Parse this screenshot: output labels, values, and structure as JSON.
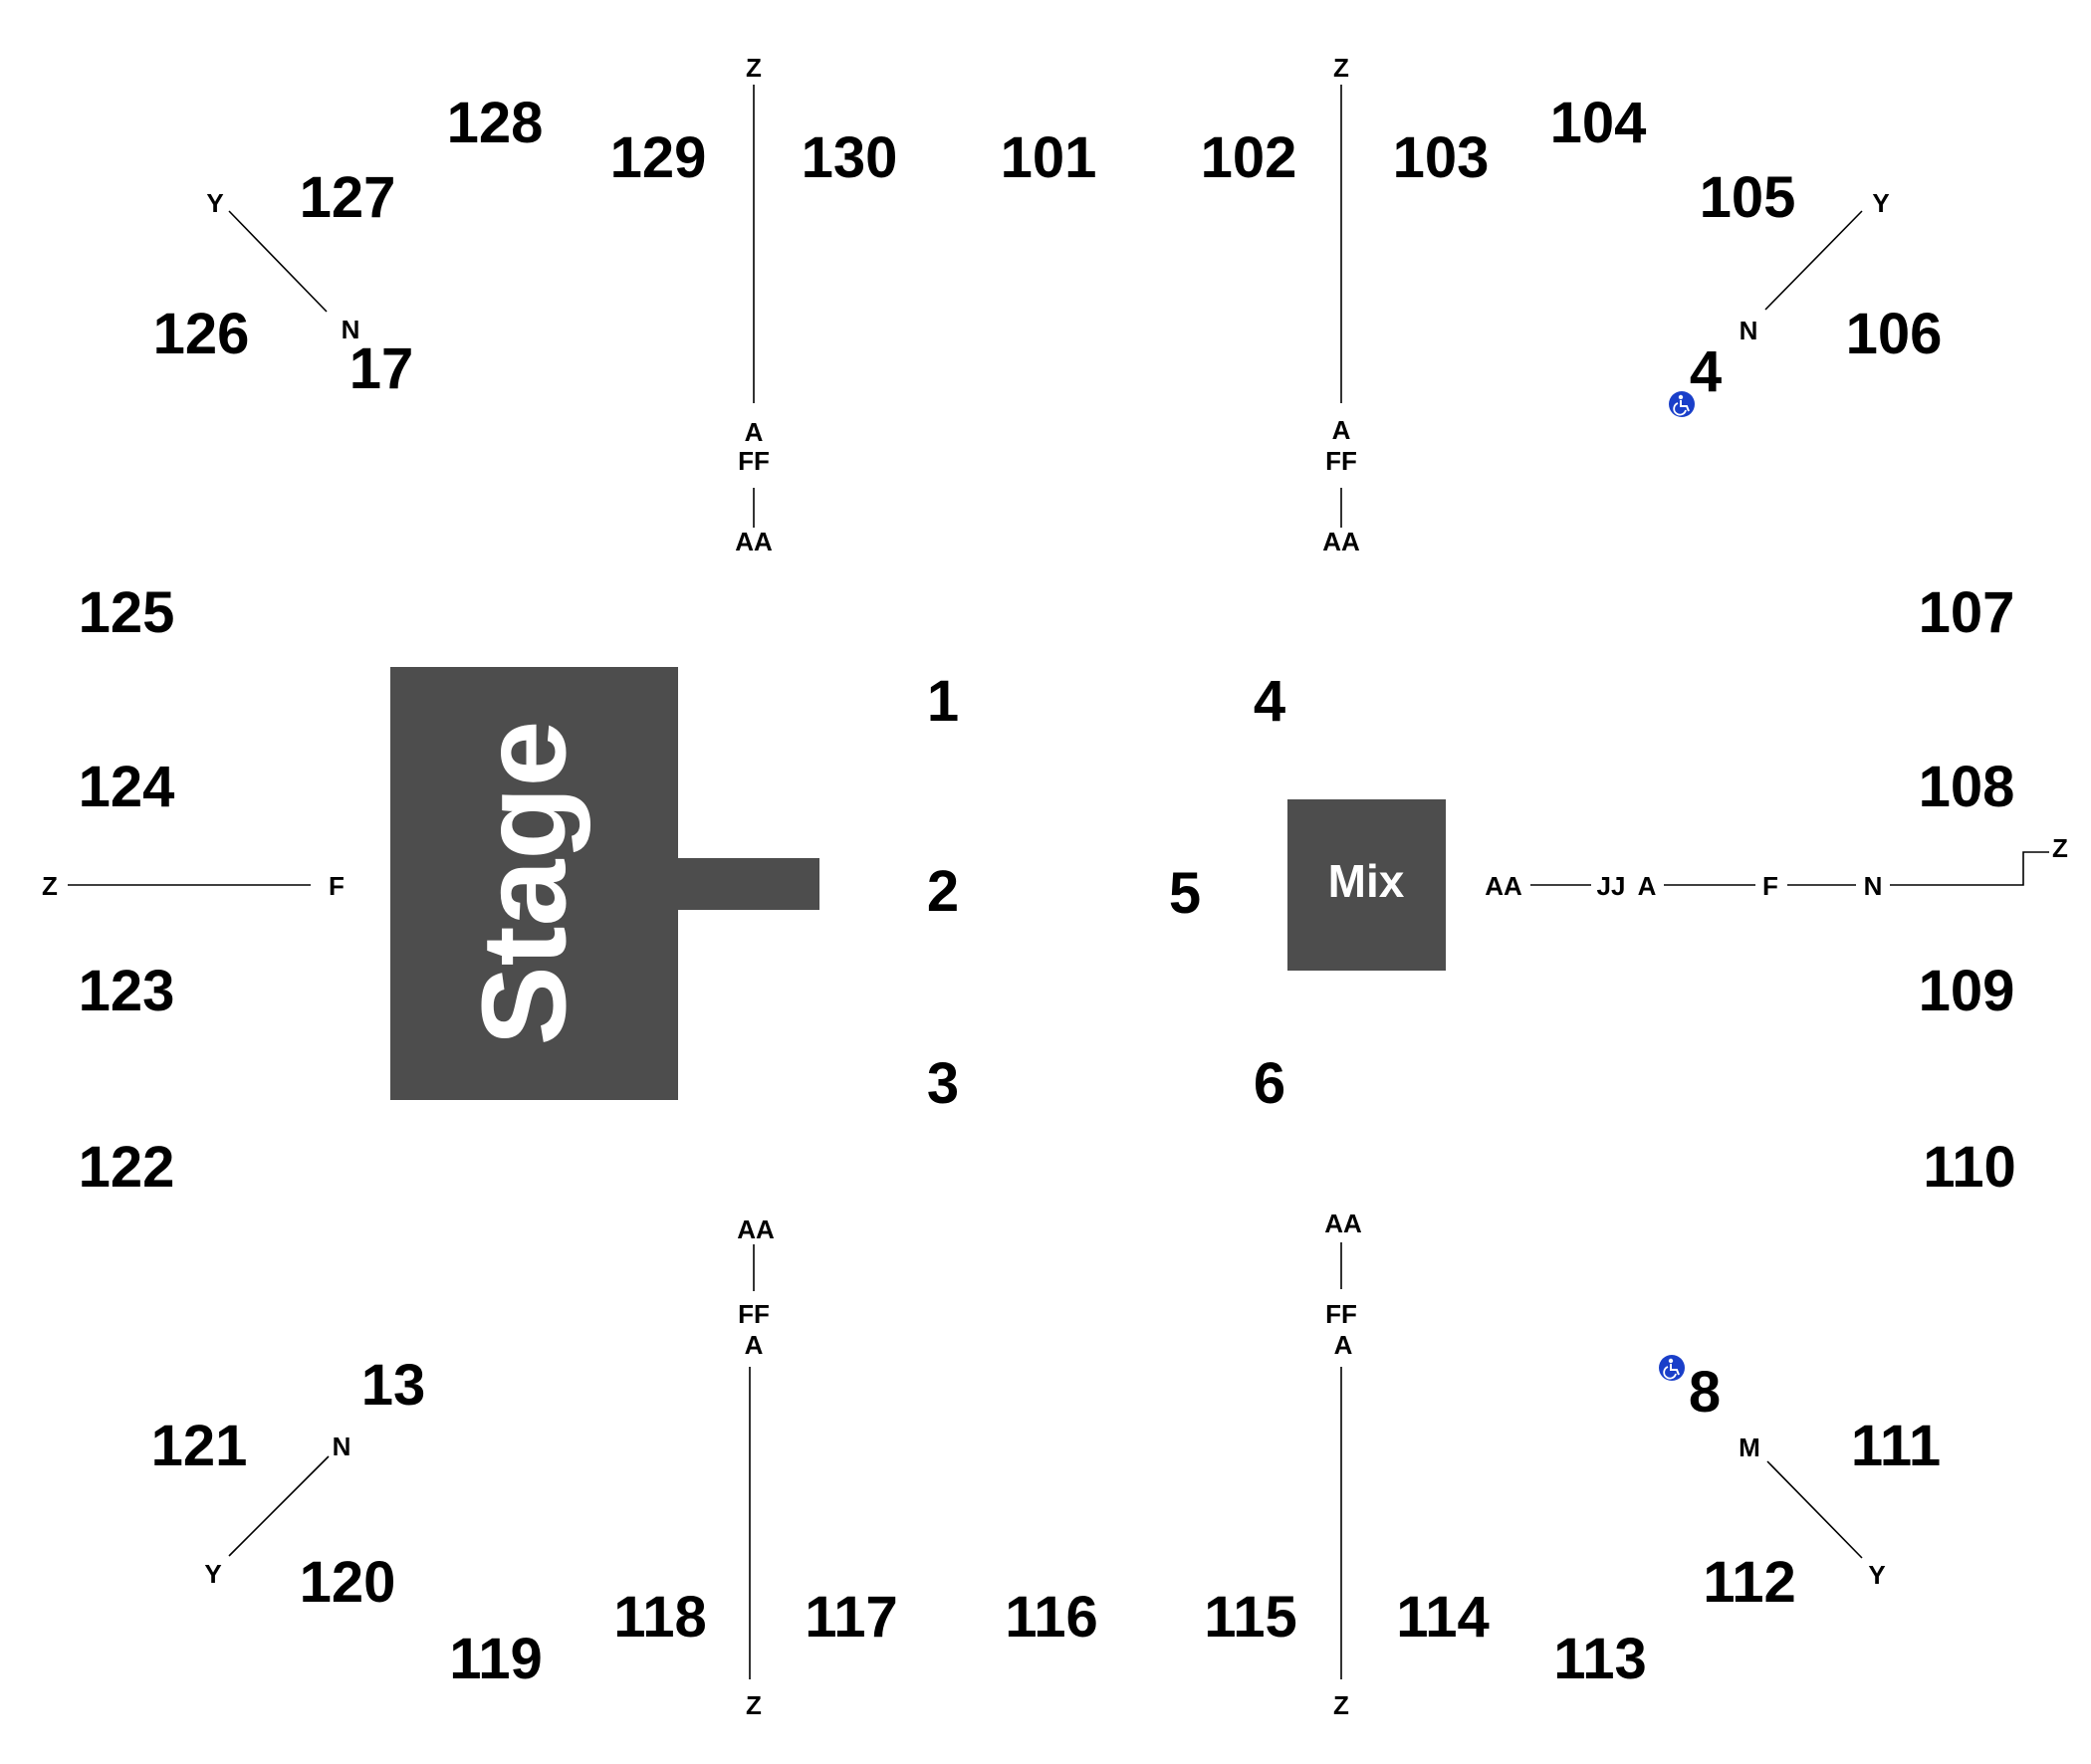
{
  "stage": {
    "label": "Stage",
    "color": "#4d4d4d"
  },
  "mix": {
    "label": "Mix",
    "color": "#4d4d4d"
  },
  "accessible_icon": {
    "icon": "wheelchair-icon",
    "color": "#1a3fc9"
  },
  "sections": [
    "101",
    "102",
    "103",
    "104",
    "105",
    "106",
    "107",
    "108",
    "109",
    "110",
    "111",
    "112",
    "113",
    "114",
    "115",
    "116",
    "117",
    "118",
    "119",
    "120",
    "121",
    "122",
    "123",
    "124",
    "125",
    "126",
    "127",
    "128",
    "129",
    "130"
  ],
  "floor_sections": [
    "1",
    "2",
    "3",
    "4",
    "5",
    "6"
  ],
  "accessible_sections": [
    "4",
    "8",
    "13",
    "17"
  ],
  "row_labels": {
    "top_left_aisle": [
      "Z",
      "A",
      "FF",
      "AA"
    ],
    "top_right_aisle": [
      "Z",
      "A",
      "FF",
      "AA"
    ],
    "bottom_left_aisle": [
      "AA",
      "FF",
      "A",
      "Z"
    ],
    "bottom_right_aisle": [
      "AA",
      "FF",
      "A",
      "Z"
    ],
    "corner_top_left": [
      "Y",
      "N"
    ],
    "corner_top_right": [
      "Y",
      "N"
    ],
    "corner_bottom_left": [
      "N",
      "Y"
    ],
    "corner_bottom_right": [
      "M",
      "Y"
    ],
    "left_side": [
      "Z",
      "F"
    ],
    "right_side": [
      "AA",
      "JJ",
      "A",
      "F",
      "N",
      "Z"
    ]
  }
}
